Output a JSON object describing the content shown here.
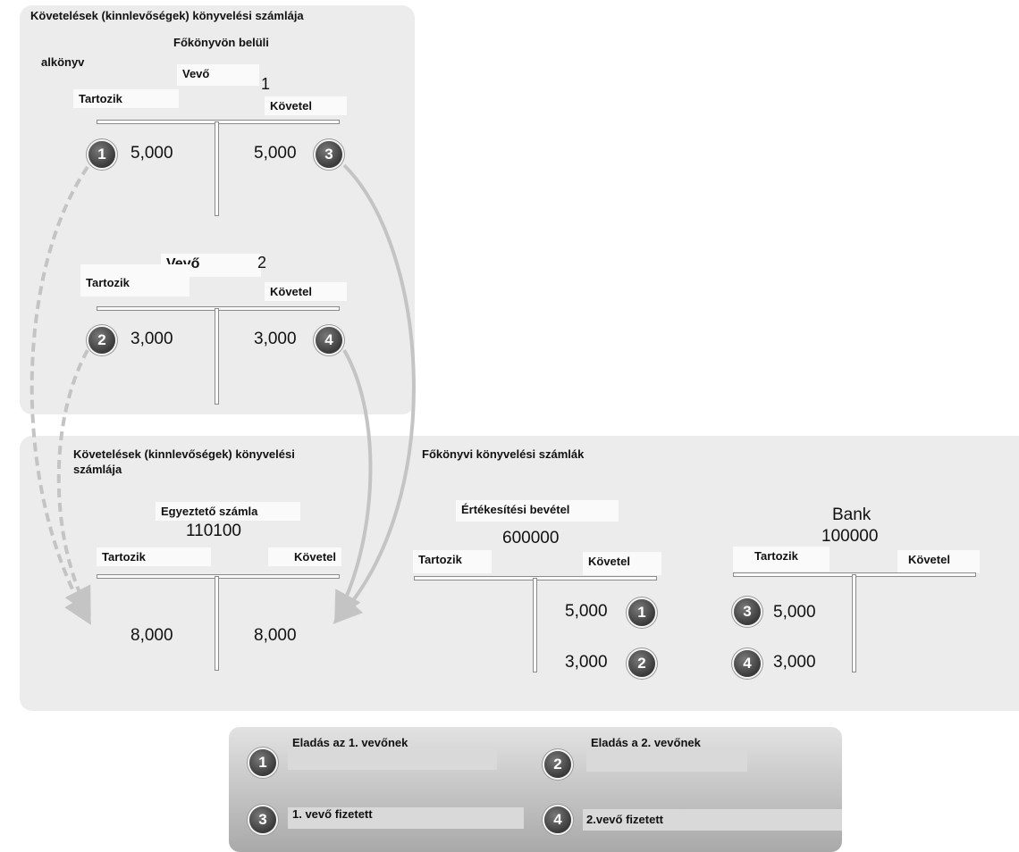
{
  "subledger": {
    "title": "Követelések (kinnlevőségek) könyvelési számlája",
    "inside_gl": "Főkönyvön belüli",
    "subledger_label": "alkönyv",
    "customer1": {
      "name": "Vevő",
      "number": "1",
      "debit": "Tartozik",
      "credit": "Követel",
      "debit_value": "5,000",
      "credit_value": "5,000",
      "debit_badge": "1",
      "credit_badge": "3"
    },
    "customer2": {
      "name": "Vevő",
      "number": "2",
      "debit": "Tartozik",
      "credit": "Követel",
      "debit_value": "3,000",
      "credit_value": "3,000",
      "debit_badge": "2",
      "credit_badge": "4"
    }
  },
  "general_ledger": {
    "control_title": "Követelések (kinnlevőségek) könyvelési",
    "control_title2": "számlája",
    "gl_title": "Főkönyvi könyvelési számlák",
    "control": {
      "name": "Egyeztető számla",
      "number": "110100",
      "debit": "Tartozik",
      "credit": "Követel",
      "debit_value": "8,000",
      "credit_value": "8,000"
    },
    "sales": {
      "name": "Értékesítési bevétel",
      "number": "600000",
      "debit": "Tartozik",
      "credit": "Követel",
      "entries": [
        {
          "value": "5,000",
          "badge": "1"
        },
        {
          "value": "3,000",
          "badge": "2"
        }
      ]
    },
    "bank": {
      "name": "Bank",
      "number": "100000",
      "debit": "Tartozik",
      "credit": "Követel",
      "entries": [
        {
          "value": "5,000",
          "badge": "3"
        },
        {
          "value": "3,000",
          "badge": "4"
        }
      ]
    }
  },
  "legend": [
    {
      "badge": "1",
      "text": "Eladás az 1. vevőnek"
    },
    {
      "badge": "2",
      "text": "Eladás a 2. vevőnek"
    },
    {
      "badge": "3",
      "text": "1. vevő fizetett"
    },
    {
      "badge": "4",
      "text": "2.vevő fizetett"
    }
  ],
  "colors": {
    "panel": "#ececec",
    "badge": "#3a3a3a",
    "arrow": "#c4c4c4"
  }
}
